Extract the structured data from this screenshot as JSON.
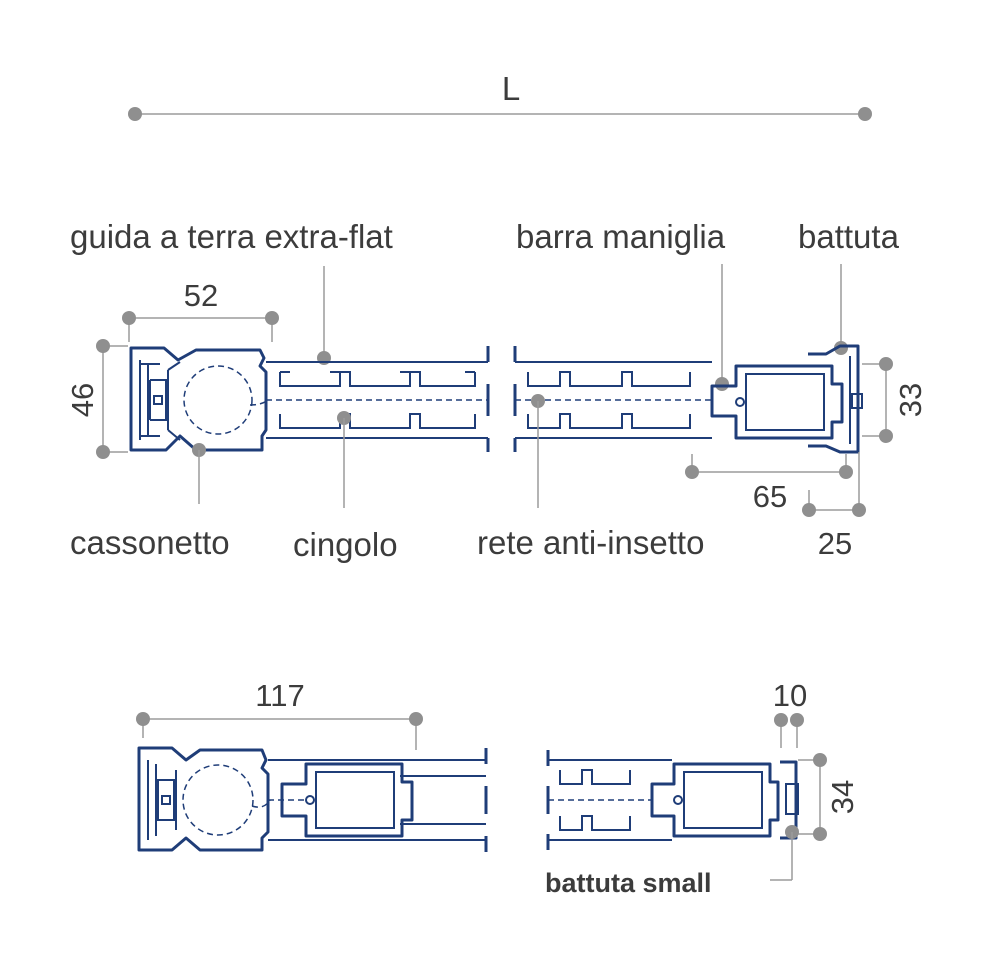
{
  "dimensions": {
    "L": "L",
    "d52": "52",
    "d46": "46",
    "d33": "33",
    "d65": "65",
    "d25": "25",
    "d117": "117",
    "d10": "10",
    "d34": "34"
  },
  "labels": {
    "guida": "guida a terra extra-flat",
    "barra": "barra maniglia",
    "battuta": "battuta",
    "cassonetto": "cassonetto",
    "cingolo": "cingolo",
    "rete": "rete anti-insetto",
    "battuta_small": "battuta small"
  },
  "colors": {
    "profile": "#1f3d78",
    "dimension": "#9b9b9b",
    "text": "#3c3c3c"
  }
}
